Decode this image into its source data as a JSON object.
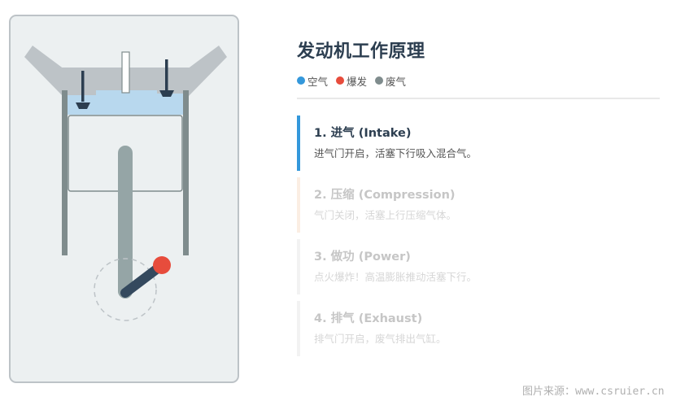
{
  "title": "发动机工作原理",
  "legend": [
    {
      "label": "空气",
      "color": "#3498db"
    },
    {
      "label": "爆发",
      "color": "#e74c3c"
    },
    {
      "label": "废气",
      "color": "#7f8c8d"
    }
  ],
  "steps": [
    {
      "title": "1. 进气 (Intake)",
      "desc": "进气门开启，活塞下行吸入混合气。",
      "active": true
    },
    {
      "title": "2. 压缩 (Compression)",
      "desc": "气门关闭，活塞上行压缩气体。",
      "active": false
    },
    {
      "title": "3. 做功 (Power)",
      "desc": "点火爆炸！高温膨胀推动活塞下行。",
      "active": false
    },
    {
      "title": "4. 排气 (Exhaust)",
      "desc": "排气门开启，废气排出气缸。",
      "active": false
    }
  ],
  "footer": "图片来源：www.csruier.cn",
  "colors": {
    "accent": "#3498db",
    "spark": "#e74c3c",
    "exhaust": "#7f8c8d",
    "air_fill": "#b8d8ee",
    "crank": "#34495e",
    "title": "#2c3e50"
  },
  "diagram": {
    "phase": "intake",
    "intake_valve": "open",
    "exhaust_valve": "open",
    "piston": "down"
  }
}
